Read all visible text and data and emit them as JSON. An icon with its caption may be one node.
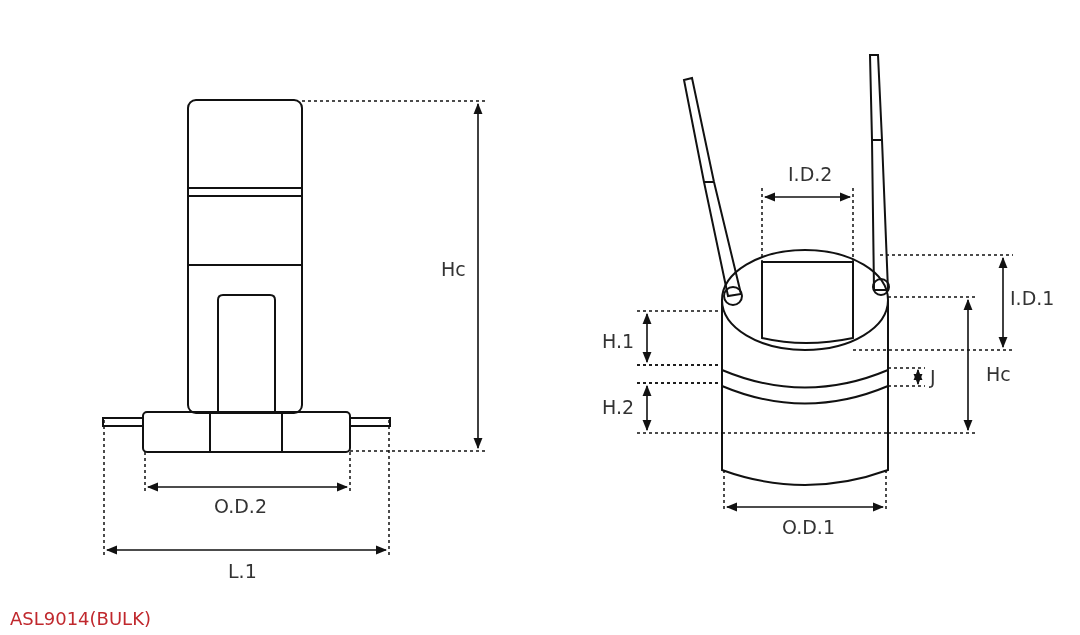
{
  "diagram": {
    "labels": [
      "Hc",
      "O.D.2",
      "L.1",
      "I.D.2",
      "I.D.1",
      "H.1",
      "Hc",
      "J",
      "H.2",
      "O.D.1",
      "ASL9014(BULK)"
    ]
  }
}
